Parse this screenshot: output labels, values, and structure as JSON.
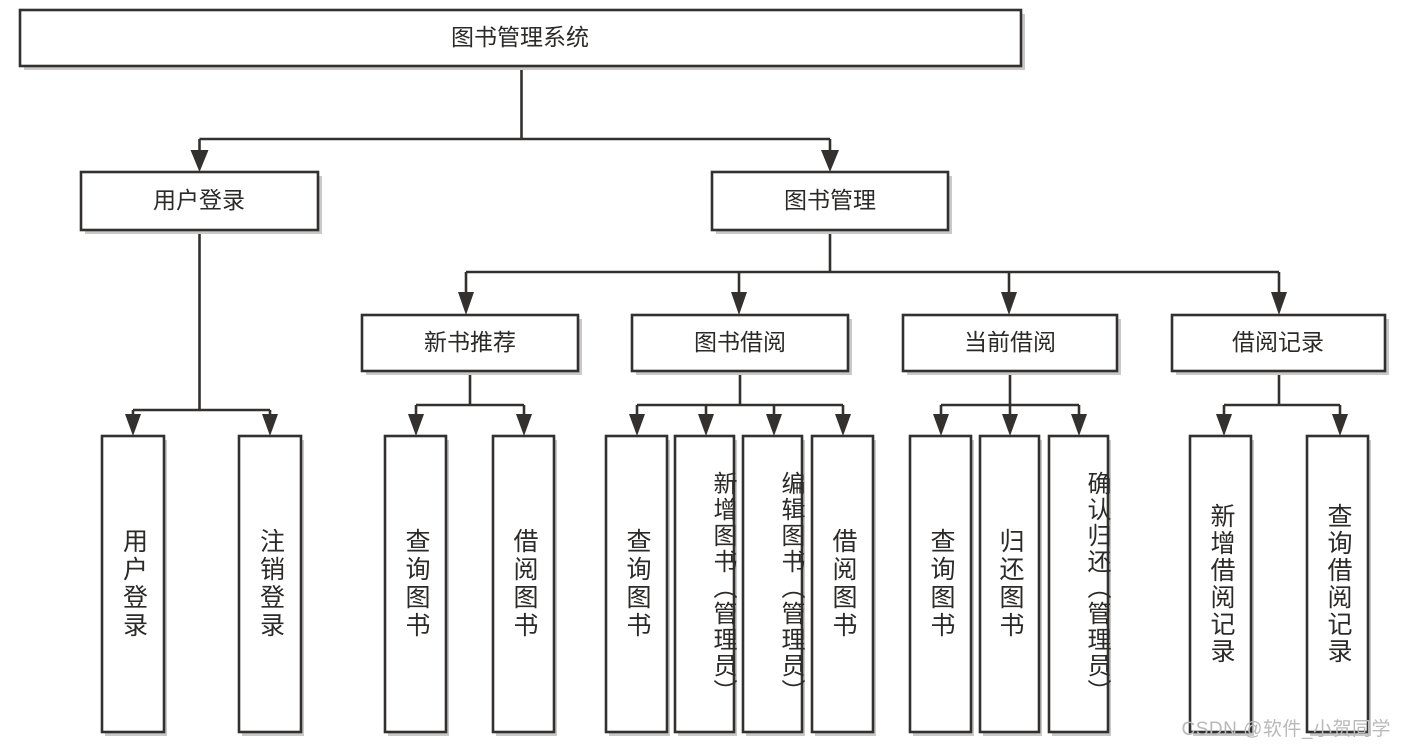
{
  "diagram": {
    "type": "tree-hierarchy",
    "title": "图书管理系统",
    "background_color": "#ffffff",
    "box_stroke_color": "#33312f",
    "box_fill_color": "#ffffff",
    "text_color": "#2b2a28",
    "root": {
      "label": "图书管理系统"
    },
    "level2": [
      {
        "label": "用户登录"
      },
      {
        "label": "图书管理"
      }
    ],
    "level3": [
      {
        "label": "新书推荐",
        "parent": "图书管理"
      },
      {
        "label": "图书借阅",
        "parent": "图书管理"
      },
      {
        "label": "当前借阅",
        "parent": "图书管理"
      },
      {
        "label": "借阅记录",
        "parent": "图书管理"
      }
    ],
    "leaves": [
      {
        "label": "用户登录",
        "parent": "用户登录"
      },
      {
        "label": "注销登录",
        "parent": "用户登录"
      },
      {
        "label": "查询图书",
        "parent": "新书推荐"
      },
      {
        "label": "借阅图书",
        "parent": "新书推荐"
      },
      {
        "label": "查询图书",
        "parent": "图书借阅"
      },
      {
        "label": "新增图书（管理员）",
        "parent": "图书借阅"
      },
      {
        "label": "编辑图书（管理员）",
        "parent": "图书借阅"
      },
      {
        "label": "借阅图书",
        "parent": "图书借阅"
      },
      {
        "label": "查询图书",
        "parent": "当前借阅"
      },
      {
        "label": "归还图书",
        "parent": "当前借阅"
      },
      {
        "label": "确认归还（管理员）",
        "parent": "当前借阅"
      },
      {
        "label": "新增借阅记录",
        "parent": "借阅记录"
      },
      {
        "label": "查询借阅记录",
        "parent": "借阅记录"
      }
    ]
  },
  "watermark": {
    "text": "CSDN @软件_小贺同学"
  }
}
